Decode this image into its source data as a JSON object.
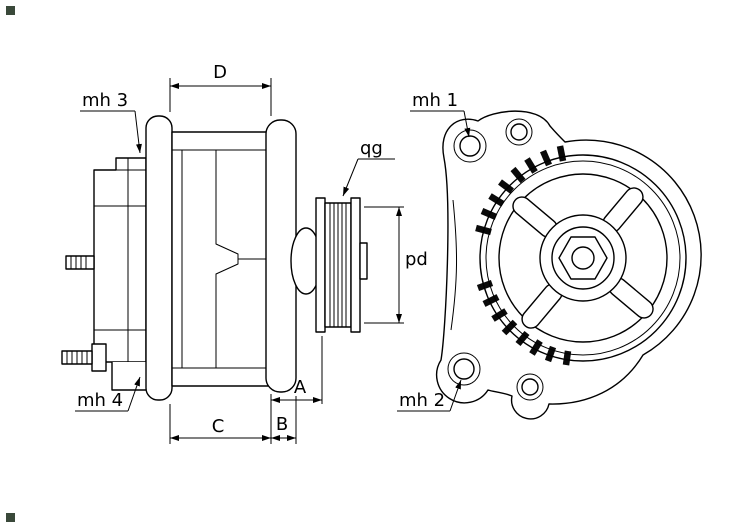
{
  "colors": {
    "line": "#000000",
    "background": "#ffffff",
    "corner_mark": "#3a493a"
  },
  "side_view": {
    "labels": {
      "mh3": "mh 3",
      "mh4": "mh 4",
      "qg": "qg",
      "dim_d": "D",
      "dim_c": "C",
      "dim_b": "B",
      "dim_a": "A",
      "dim_pd": "pd"
    }
  },
  "front_view": {
    "labels": {
      "mh1": "mh 1",
      "mh2": "mh 2"
    }
  }
}
